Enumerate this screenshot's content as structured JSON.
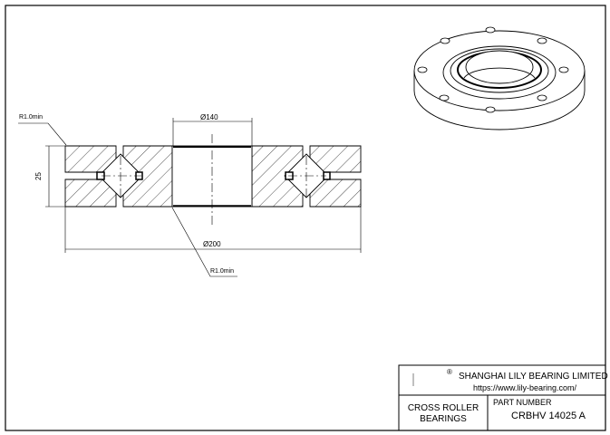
{
  "drawing": {
    "dim_bore": "Ø140",
    "dim_outer": "Ø200",
    "dim_width": "25",
    "radius_top": "R1.0min",
    "radius_bottom": "R1.0min"
  },
  "title_block": {
    "registered_mark": "®",
    "company": "SHANGHAI LILY BEARING LIMITED",
    "url": "https://www.lily-bearing.com/",
    "category_line1": "CROSS ROLLER",
    "category_line2": "BEARINGS",
    "part_number_label": "PART  NUMBER",
    "part_number": "CRBHV 14025 A"
  }
}
